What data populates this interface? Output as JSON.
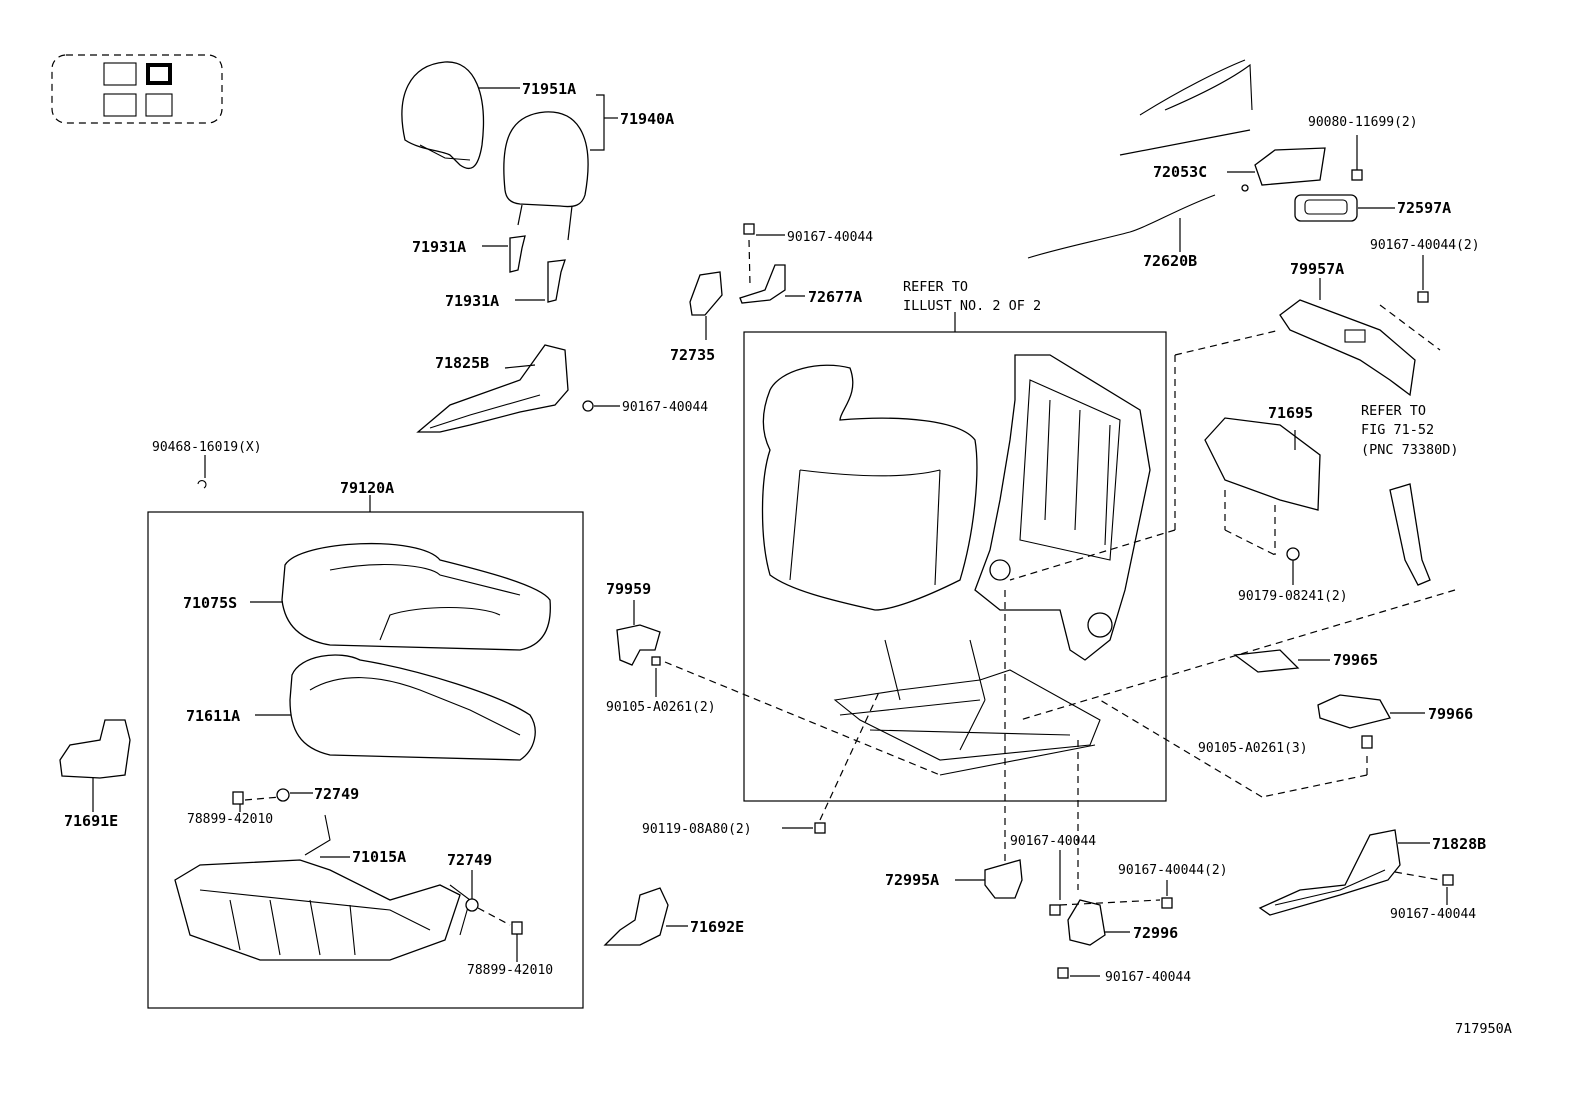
{
  "diagram": {
    "drawing_number": "717950A",
    "group_box_label": "79120A",
    "refer_notes": {
      "illust_line1": "REFER TO",
      "illust_line2": "ILLUST NO. 2 OF 2",
      "fig_line1": "REFER TO",
      "fig_line2": "FIG 71-52",
      "fig_line3": "(PNC 73380D)"
    },
    "labels": {
      "p71951A": "71951A",
      "p71940A": "71940A",
      "p71931A_1": "71931A",
      "p71931A_2": "71931A",
      "p71825B": "71825B",
      "p90167_40044_a": "90167-40044",
      "p90468": "90468-16019(X)",
      "p71075S": "71075S",
      "p71611A": "71611A",
      "p72749_a": "72749",
      "p78899_a": "78899-42010",
      "p71015A": "71015A",
      "p72749_b": "72749",
      "p78899_b": "78899-42010",
      "p71691E": "71691E",
      "p90167_40044_b": "90167-40044",
      "p72677A": "72677A",
      "p72735": "72735",
      "p79959": "79959",
      "p90105_a": "90105-A0261(2)",
      "p90119": "90119-08A80(2)",
      "p71692E": "71692E",
      "p90080": "90080-11699(2)",
      "p72053C": "72053C",
      "p72597A": "72597A",
      "p72620B": "72620B",
      "p90167_40044_2": "90167-40044(2)",
      "p79957A": "79957A",
      "p71695": "71695",
      "p90179": "90179-08241(2)",
      "p79965": "79965",
      "p79966": "79966",
      "p90105_b": "90105-A0261(3)",
      "p90167_40044_c": "90167-40044",
      "p72995A": "72995A",
      "p90167_40044_3": "90167-40044(2)",
      "p72996": "72996",
      "p90167_40044_d": "90167-40044",
      "p71828B": "71828B",
      "p90167_40044_e": "90167-40044"
    }
  }
}
